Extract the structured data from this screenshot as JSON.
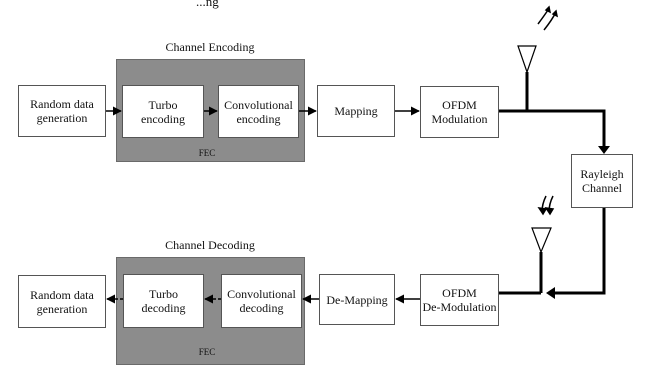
{
  "top_caption": "...ng",
  "encoding": {
    "group_label": "Channel Encoding",
    "fec_label": "FEC",
    "random": "Random data\ngeneration",
    "turbo": "Turbo\nencoding",
    "conv": "Convolutional\nencoding",
    "mapping": "Mapping",
    "ofdm": "OFDM\nModulation"
  },
  "channel": "Rayleigh\nChannel",
  "decoding": {
    "group_label": "Channel Decoding",
    "fec_label": "FEC",
    "random": "Random data\ngeneration",
    "turbo": "Turbo\ndecoding",
    "conv": "Convolutional\ndecoding",
    "demapping": "De-Mapping",
    "ofdm": "OFDM\nDe-Modulation"
  },
  "icons": [
    "antenna-tx-icon",
    "antenna-rx-icon",
    "signal-waves-icon"
  ]
}
